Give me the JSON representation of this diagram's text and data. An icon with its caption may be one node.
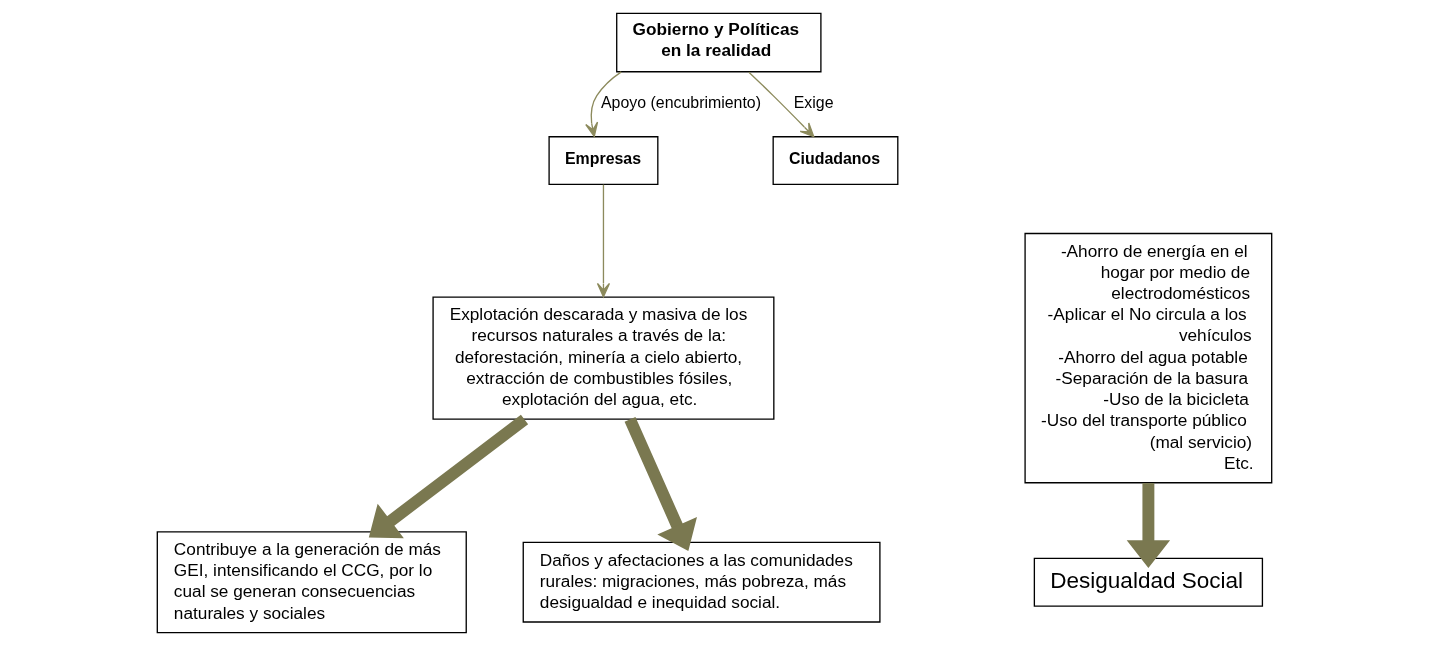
{
  "diagram": {
    "nodes": [
      {
        "text": [
          "Gobierno y Políticas en la realidad"
        ]
      },
      {
        "text": [
          "Empresas"
        ]
      },
      {
        "text": [
          "Ciudadanos"
        ]
      },
      {
        "text": [
          "Explotación descarada y masiva de los recursos naturales a través de la: deforestación, minería a cielo abierto, extracción de combustibles fósiles, explotación del agua, etc."
        ]
      },
      {
        "text": [
          "Contribuye a la generación de más GEI, intensificando el CCG, por lo cual se generan consecuencias naturales y sociales"
        ]
      },
      {
        "text": [
          "Daños y afectaciones a las comunidades rurales: migraciones, más pobreza, más desigualdad e inequidad social."
        ]
      },
      {
        "text": [
          "-Ahorro de energía en el hogar por medio de electrodomésticos",
          "-Aplicar el No circula a los vehículos",
          "-Ahorro del agua potable",
          "-Separación de la basura",
          "-Uso de la bicicleta",
          "-Uso del transporte público (mal servicio)",
          "Etc."
        ]
      },
      {
        "text": [
          "Desigualdad Social"
        ]
      }
    ],
    "edges": [
      {
        "from": 0,
        "to": 1,
        "arrow": "to",
        "label": "Apoyo (encubrimiento)"
      },
      {
        "from": 0,
        "to": 2,
        "arrow": "to",
        "label": "Exige"
      },
      {
        "from": 1,
        "to": 3,
        "arrow": "to"
      },
      {
        "from": 3,
        "to": 4,
        "arrow": "to",
        "style": "thick"
      },
      {
        "from": 3,
        "to": 5,
        "arrow": "to",
        "style": "thick"
      },
      {
        "from": 6,
        "to": 7,
        "arrow": "to",
        "style": "thick"
      }
    ]
  }
}
